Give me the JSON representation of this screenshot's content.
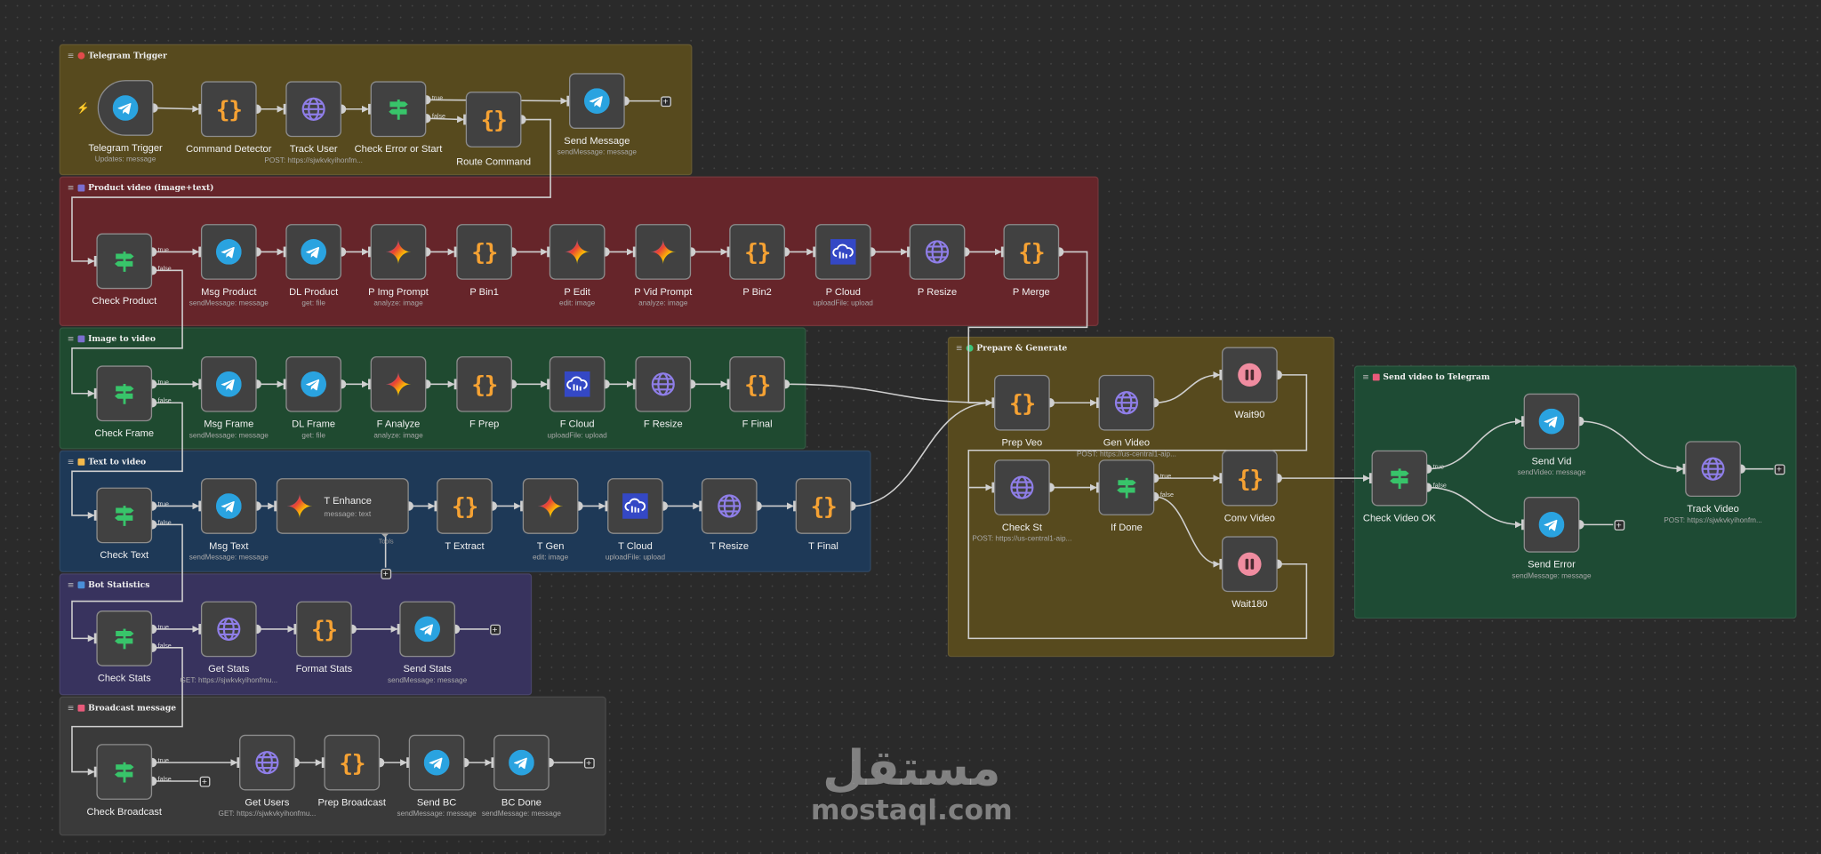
{
  "branch_labels": {
    "true": "true",
    "false": "false"
  },
  "tools_label": "Tools",
  "watermark": {
    "arabic": "مستقل",
    "latin": "mostaql.com"
  },
  "colors": {
    "node_bg": "#414141",
    "edge": "#c8c8c8",
    "telegram": "#2aa3e0",
    "code": "#f6a233",
    "http": "#8f7ee8",
    "if": "#38c46a",
    "wait": "#f08ca0",
    "cloud": "#3448c5"
  },
  "groups": [
    {
      "title": "Telegram Trigger",
      "color": "#574a1e",
      "icon": "red-circle-icon",
      "nodes": [
        {
          "label": "Telegram Trigger",
          "sub": "Updates: message",
          "icon": "telegram"
        },
        {
          "label": "Command Detector",
          "sub": "",
          "icon": "code"
        },
        {
          "label": "Track User",
          "sub": "POST: https://sjwkvkyihonfm...",
          "icon": "http"
        },
        {
          "label": "Check Error or Start",
          "sub": "",
          "icon": "if"
        },
        {
          "label": "Route Command",
          "sub": "",
          "icon": "code"
        },
        {
          "label": "Send Message",
          "sub": "sendMessage: message",
          "icon": "telegram"
        }
      ]
    },
    {
      "title": "Product video (image+text)",
      "color": "#66252a",
      "icon": "film-icon",
      "nodes": [
        {
          "label": "Check Product",
          "sub": "",
          "icon": "if"
        },
        {
          "label": "Msg Product",
          "sub": "sendMessage: message",
          "icon": "telegram"
        },
        {
          "label": "DL Product",
          "sub": "get: file",
          "icon": "telegram"
        },
        {
          "label": "P Img Prompt",
          "sub": "analyze: image",
          "icon": "gemini"
        },
        {
          "label": "P Bin1",
          "sub": "",
          "icon": "code"
        },
        {
          "label": "P Edit",
          "sub": "edit: image",
          "icon": "gemini"
        },
        {
          "label": "P Vid Prompt",
          "sub": "analyze: image",
          "icon": "gemini"
        },
        {
          "label": "P Bin2",
          "sub": "",
          "icon": "code"
        },
        {
          "label": "P Cloud",
          "sub": "uploadFile: upload",
          "icon": "cloud"
        },
        {
          "label": "P Resize",
          "sub": "",
          "icon": "http"
        },
        {
          "label": "P Merge",
          "sub": "",
          "icon": "code"
        }
      ]
    },
    {
      "title": "Image to video",
      "color": "#1f4a30",
      "icon": "film-icon",
      "nodes": [
        {
          "label": "Check Frame",
          "sub": "",
          "icon": "if"
        },
        {
          "label": "Msg Frame",
          "sub": "sendMessage: message",
          "icon": "telegram"
        },
        {
          "label": "DL Frame",
          "sub": "get: file",
          "icon": "telegram"
        },
        {
          "label": "F Analyze",
          "sub": "analyze: image",
          "icon": "gemini"
        },
        {
          "label": "F Prep",
          "sub": "",
          "icon": "code"
        },
        {
          "label": "F Cloud",
          "sub": "uploadFile: upload",
          "icon": "cloud"
        },
        {
          "label": "F Resize",
          "sub": "",
          "icon": "http"
        },
        {
          "label": "F Final",
          "sub": "",
          "icon": "code"
        }
      ]
    },
    {
      "title": "Text to video",
      "color": "#1e3957",
      "icon": "writing-hand-icon",
      "nodes": [
        {
          "label": "Check Text",
          "sub": "",
          "icon": "if"
        },
        {
          "label": "Msg Text",
          "sub": "sendMessage: message",
          "icon": "telegram"
        },
        {
          "label": "T Enhance",
          "sub": "message: text",
          "icon": "gemini"
        },
        {
          "label": "T Extract",
          "sub": "",
          "icon": "code"
        },
        {
          "label": "T Gen",
          "sub": "edit: image",
          "icon": "gemini"
        },
        {
          "label": "T Cloud",
          "sub": "uploadFile: upload",
          "icon": "cloud"
        },
        {
          "label": "T Resize",
          "sub": "",
          "icon": "http"
        },
        {
          "label": "T Final",
          "sub": "",
          "icon": "code"
        }
      ]
    },
    {
      "title": "Bot Statistics",
      "color": "#38335e",
      "icon": "bar-chart-icon",
      "nodes": [
        {
          "label": "Check Stats",
          "sub": "",
          "icon": "if"
        },
        {
          "label": "Get Stats",
          "sub": "GET: https://sjwkvkyihonfmu...",
          "icon": "http"
        },
        {
          "label": "Format Stats",
          "sub": "",
          "icon": "code"
        },
        {
          "label": "Send Stats",
          "sub": "sendMessage: message",
          "icon": "telegram"
        }
      ]
    },
    {
      "title": "Broadcast message",
      "color": "#3a3a3a",
      "icon": "megaphone-icon",
      "nodes": [
        {
          "label": "Check Broadcast",
          "sub": "",
          "icon": "if"
        },
        {
          "label": "Get Users",
          "sub": "GET: https://sjwkvkyihonfmu...",
          "icon": "http"
        },
        {
          "label": "Prep Broadcast",
          "sub": "",
          "icon": "code"
        },
        {
          "label": "Send BC",
          "sub": "sendMessage: message",
          "icon": "telegram"
        },
        {
          "label": "BC Done",
          "sub": "sendMessage: message",
          "icon": "telegram"
        }
      ]
    },
    {
      "title": "Prepare & Generate",
      "color": "#574a1e",
      "icon": "green-circle-icon",
      "nodes": [
        {
          "label": "Prep Veo",
          "sub": "",
          "icon": "code"
        },
        {
          "label": "Gen Video",
          "sub": "POST: https://us-central1-aip...",
          "icon": "http"
        },
        {
          "label": "Wait90",
          "sub": "",
          "icon": "wait"
        },
        {
          "label": "Check St",
          "sub": "POST: https://us-central1-aip...",
          "icon": "http"
        },
        {
          "label": "If Done",
          "sub": "",
          "icon": "if"
        },
        {
          "label": "Conv Video",
          "sub": "",
          "icon": "code"
        },
        {
          "label": "Wait180",
          "sub": "",
          "icon": "wait"
        }
      ]
    },
    {
      "title": "Send video to Telegram",
      "color": "#1e4b34",
      "icon": "mailbox-icon",
      "nodes": [
        {
          "label": "Check Video OK",
          "sub": "",
          "icon": "if"
        },
        {
          "label": "Send Vid",
          "sub": "sendVideo: message",
          "icon": "telegram"
        },
        {
          "label": "Send Error",
          "sub": "sendMessage: message",
          "icon": "telegram"
        },
        {
          "label": "Track Video",
          "sub": "POST: https://sjwkvkyihonfm...",
          "icon": "http"
        }
      ]
    }
  ]
}
